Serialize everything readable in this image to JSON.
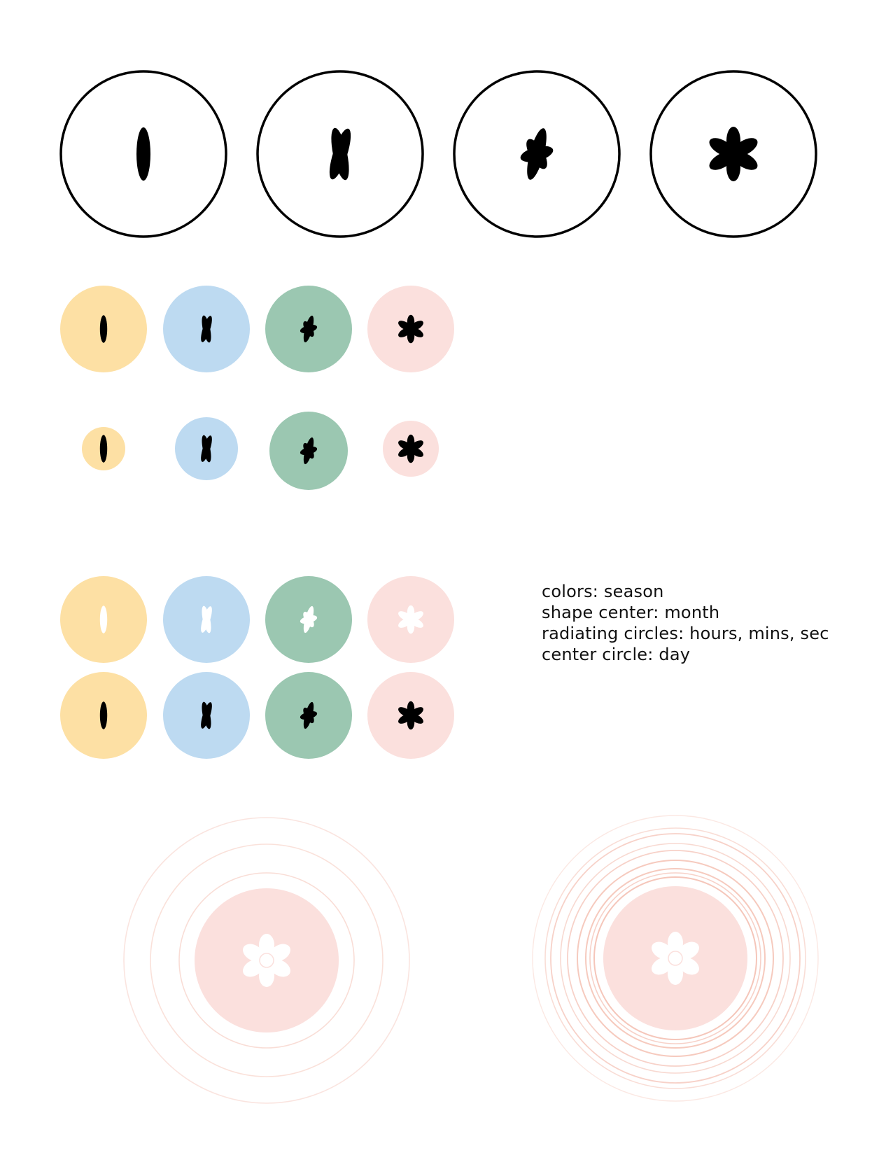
{
  "palette": {
    "summer": "#fde0a4",
    "winter": "#bddaf1",
    "spring": "#9bc7b1",
    "autumn": "#fbe0dd",
    "shape_dark": "#000000",
    "shape_light": "#ffffff",
    "ring": "#f2b3a3",
    "outline": "#000000"
  },
  "icons": [
    "ellipse-shape-icon",
    "two-petal-shape-icon",
    "three-petal-shape-icon",
    "six-petal-flower-icon"
  ],
  "outline_row": {
    "petals": [
      1,
      2,
      3,
      6
    ]
  },
  "swatch_row": {
    "petals": [
      1,
      2,
      3,
      6
    ],
    "colors": [
      "summer",
      "winter",
      "spring",
      "autumn"
    ]
  },
  "varied_size_row": {
    "petals": [
      1,
      2,
      3,
      6
    ],
    "colors": [
      "summer",
      "winter",
      "spring",
      "autumn"
    ]
  },
  "light_shape_row": {
    "petals": [
      1,
      2,
      3,
      6
    ],
    "colors": [
      "summer",
      "winter",
      "spring",
      "autumn"
    ]
  },
  "dark_shape_row": {
    "petals": [
      1,
      2,
      3,
      6
    ],
    "colors": [
      "summer",
      "winter",
      "spring",
      "autumn"
    ]
  },
  "legend": [
    "colors: season",
    "shape center: month",
    "radiating circles: hours, mins, sec",
    "center circle: day"
  ]
}
